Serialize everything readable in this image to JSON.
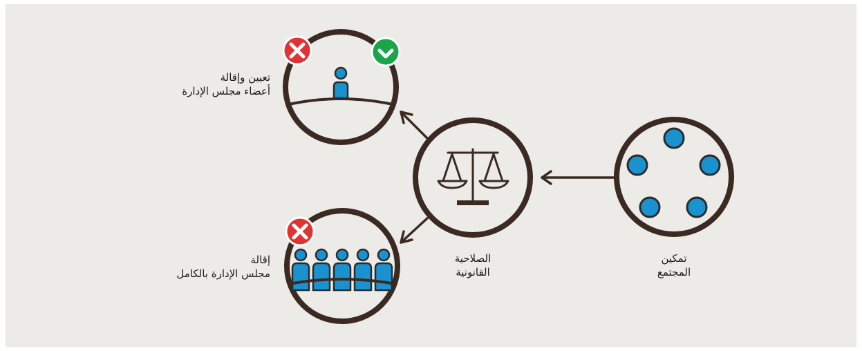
{
  "colors": {
    "background": "#ecebe7",
    "outline": "#3a2a21",
    "person_fill": "#1a92d0",
    "reject": "#e03434",
    "approve": "#1aa54b"
  },
  "nodes": {
    "community": {
      "line1": "تمكين",
      "line2": "المجتمع"
    },
    "legal_authority": {
      "line1": "الصلاحية",
      "line2": "القانونية"
    },
    "appoint_remove": {
      "line1": "تعيين وإقالة",
      "line2": "أعضاء مجلس الإدارة"
    },
    "remove_board": {
      "line1": "إقالة",
      "line2": "مجلس الإدارة بالكامل"
    }
  },
  "icons": {
    "community": "community-dots-icon",
    "legal_authority": "scales-of-justice-icon",
    "appoint_remove": "single-board-member-icon",
    "remove_board": "full-board-members-icon",
    "reject": "x-mark-icon",
    "approve": "check-mark-icon"
  }
}
